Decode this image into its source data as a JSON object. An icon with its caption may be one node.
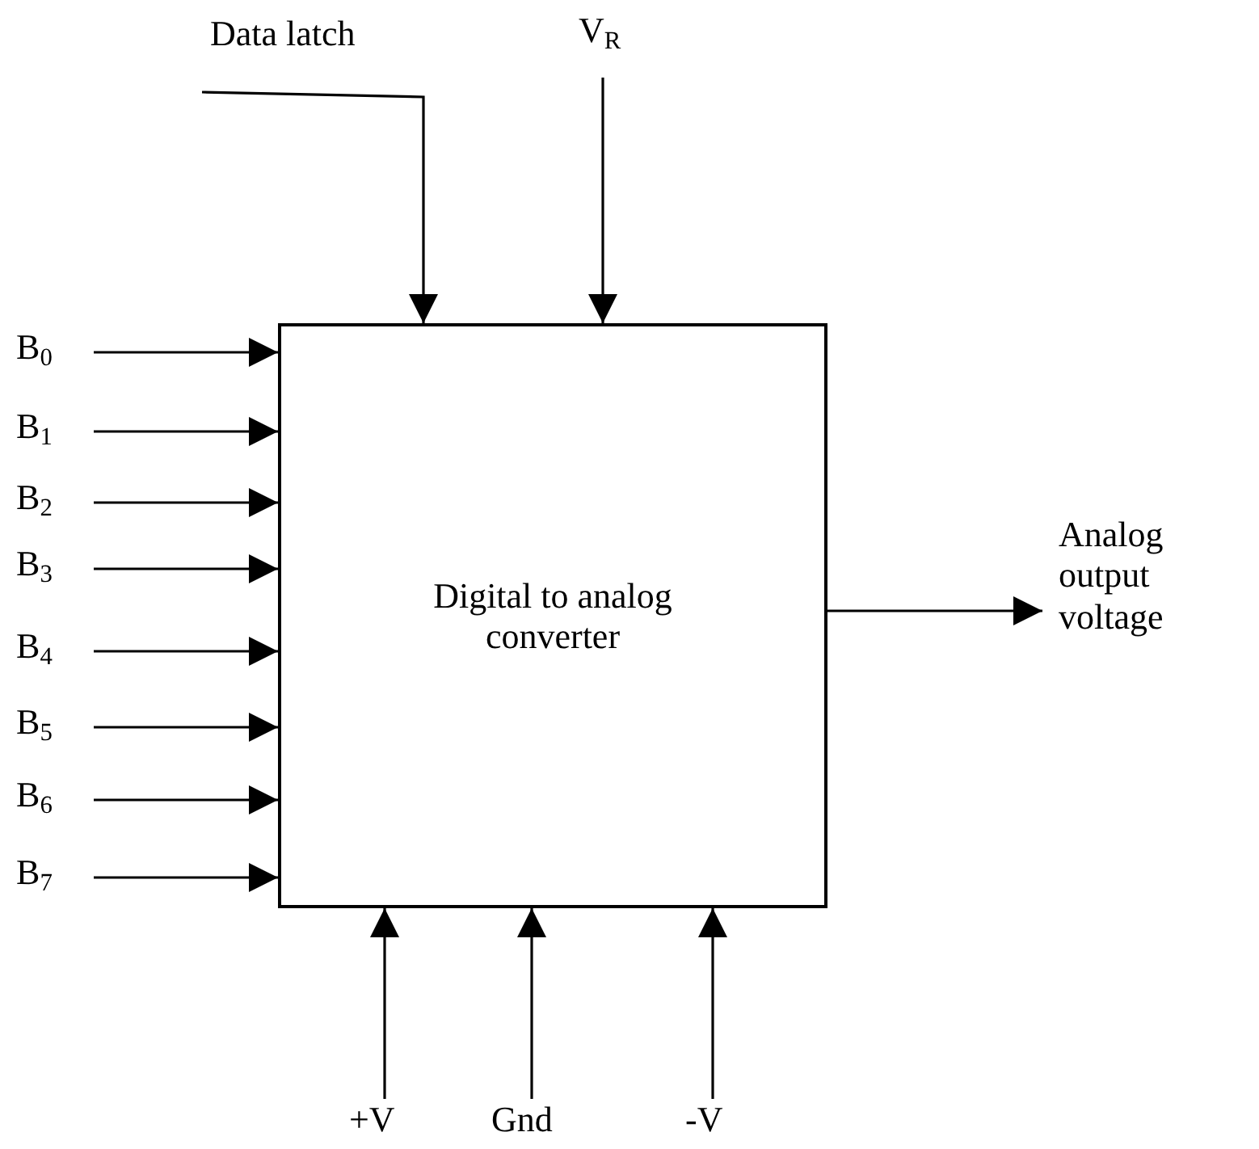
{
  "diagram": {
    "nodes": [
      {
        "text": [
          "Digital to analog converter"
        ]
      },
      {
        "text": [
          "Data latch"
        ]
      },
      {
        "text": [
          "V$_{R}$"
        ]
      },
      {
        "text": [
          "B$_{0}$"
        ]
      },
      {
        "text": [
          "B$_{1}$"
        ]
      },
      {
        "text": [
          "B$_{2}$"
        ]
      },
      {
        "text": [
          "B$_{3}$"
        ]
      },
      {
        "text": [
          "B$_{4}$"
        ]
      },
      {
        "text": [
          "B$_{5}$"
        ]
      },
      {
        "text": [
          "B$_{6}$"
        ]
      },
      {
        "text": [
          "B$_{7}$"
        ]
      },
      {
        "text": [
          "Analog output voltage"
        ]
      },
      {
        "text": [
          "+V"
        ]
      },
      {
        "text": [
          "Gnd"
        ]
      },
      {
        "text": [
          "-V"
        ]
      }
    ],
    "edges": [
      {
        "from": 1,
        "to": 0,
        "arrow": "to"
      },
      {
        "from": 2,
        "to": 0,
        "arrow": "to"
      },
      {
        "from": 3,
        "to": 0,
        "arrow": "to"
      },
      {
        "from": 4,
        "to": 0,
        "arrow": "to"
      },
      {
        "from": 5,
        "to": 0,
        "arrow": "to"
      },
      {
        "from": 6,
        "to": 0,
        "arrow": "to"
      },
      {
        "from": 7,
        "to": 0,
        "arrow": "to"
      },
      {
        "from": 8,
        "to": 0,
        "arrow": "to"
      },
      {
        "from": 9,
        "to": 0,
        "arrow": "to"
      },
      {
        "from": 10,
        "to": 0,
        "arrow": "to"
      },
      {
        "from": 0,
        "to": 11,
        "arrow": "to"
      },
      {
        "from": 12,
        "to": 0,
        "arrow": "to"
      },
      {
        "from": 13,
        "to": 0,
        "arrow": "to"
      },
      {
        "from": 14,
        "to": 0,
        "arrow": "to"
      }
    ]
  }
}
